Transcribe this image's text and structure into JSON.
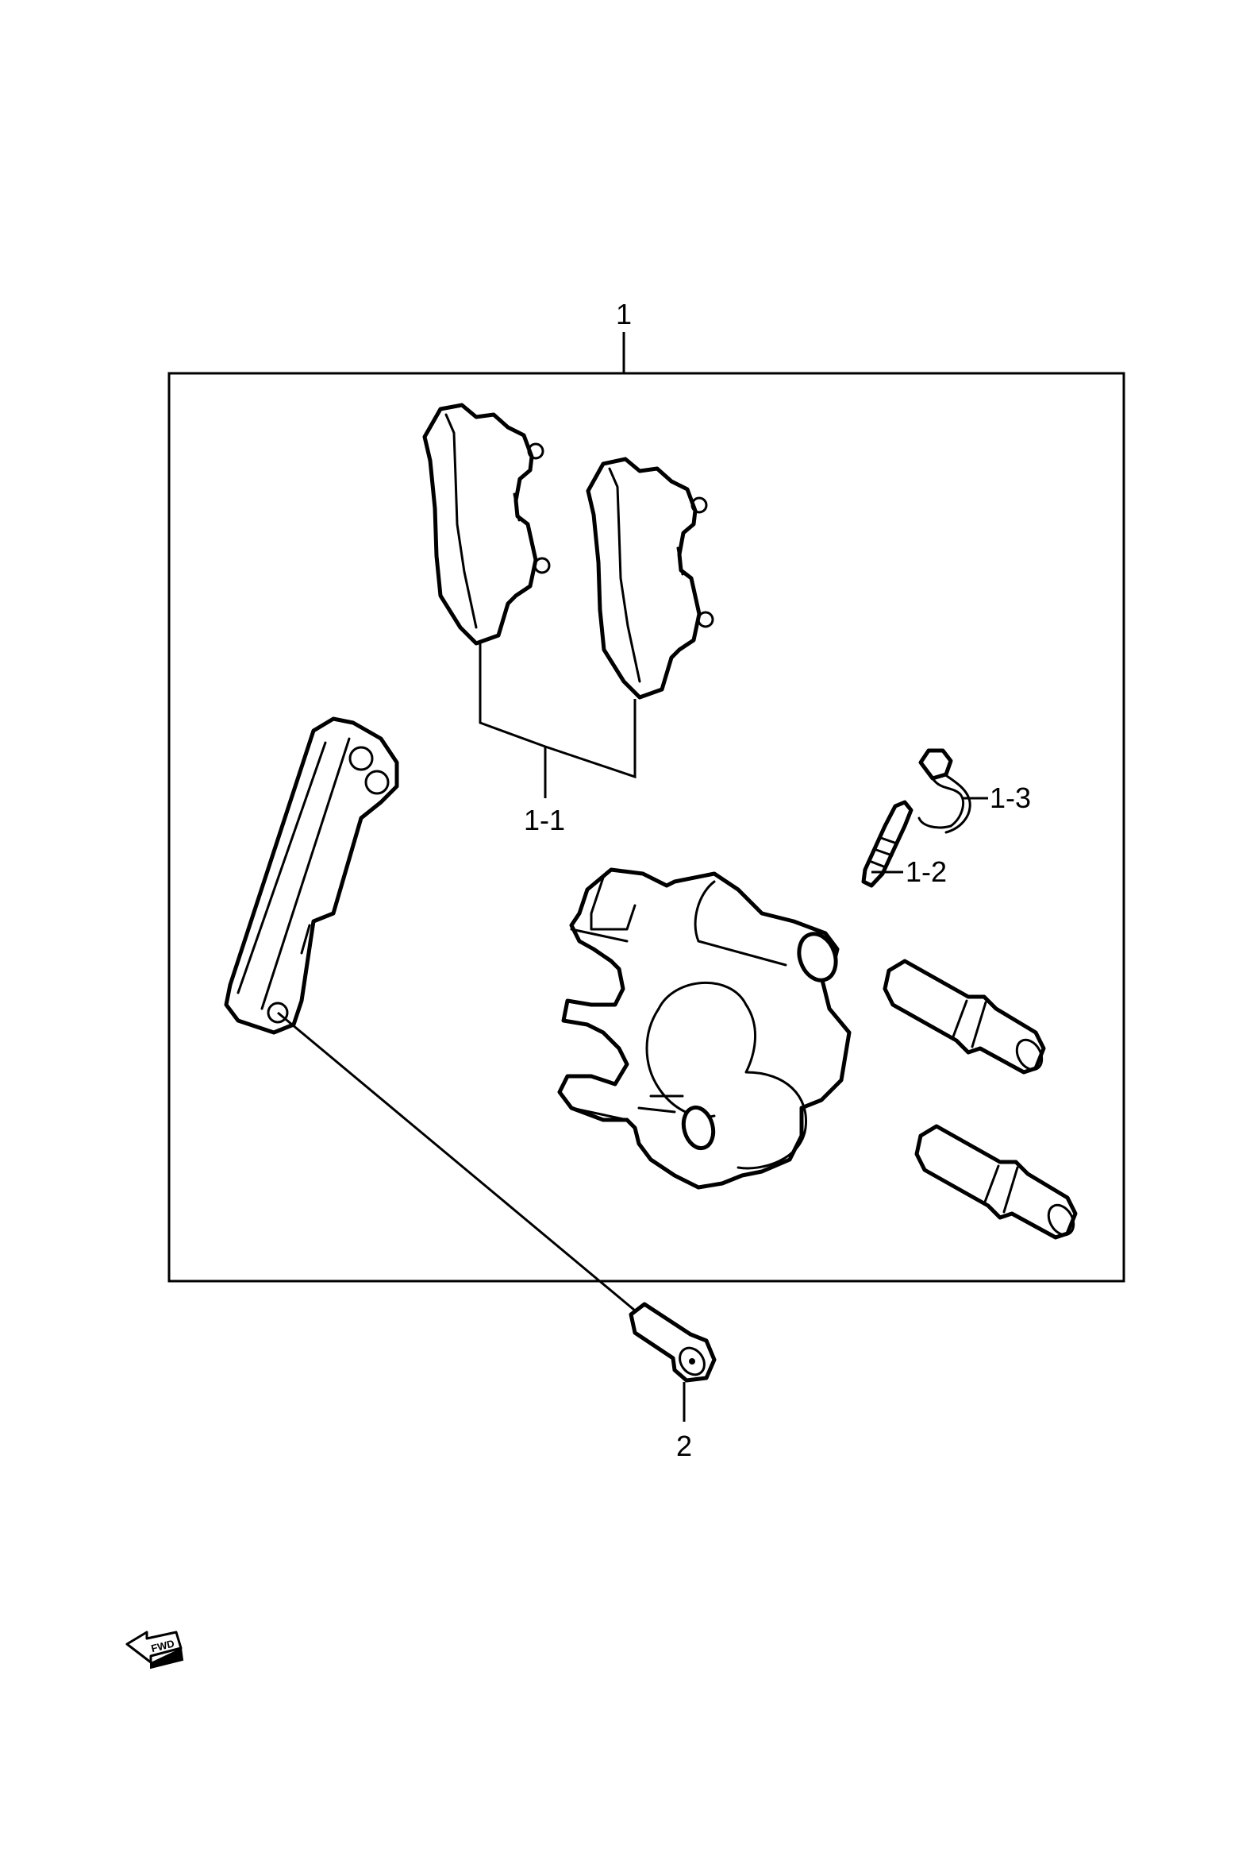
{
  "callouts": {
    "assembly": "1",
    "pads": "1-1",
    "bleeder": "1-2",
    "cap": "1-3",
    "bolt": "2"
  },
  "fwd_badge": "FWD",
  "icons": [
    "forward-arrow-icon"
  ]
}
